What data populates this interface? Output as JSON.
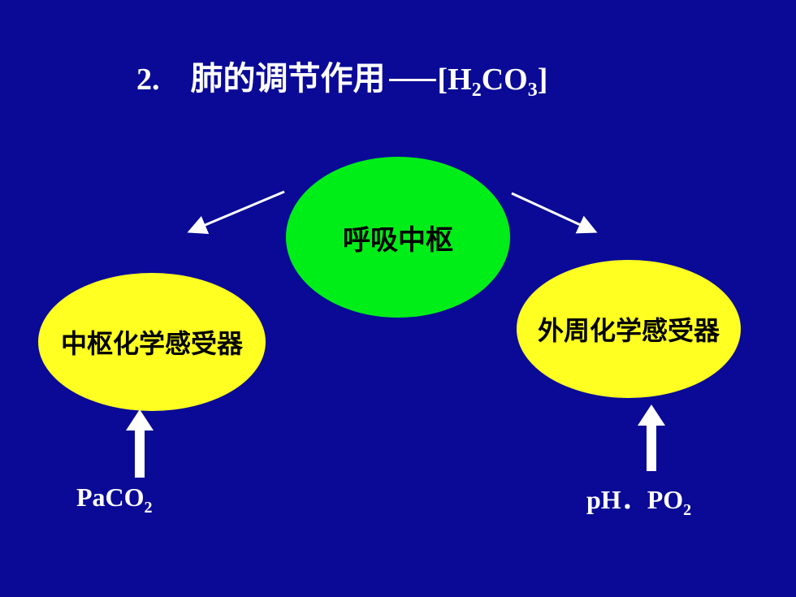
{
  "title": {
    "number": "2.",
    "text": "肺的调节作用",
    "formula_open": "[H",
    "formula_sub1": "2",
    "formula_mid": "CO",
    "formula_sub2": "3",
    "formula_close": "]"
  },
  "nodes": {
    "center": {
      "label": "呼吸中枢",
      "color": "#00ee18"
    },
    "left": {
      "label": "中枢化学感受器",
      "color": "#ffff22"
    },
    "right": {
      "label": "外周化学感受器",
      "color": "#ffff22"
    }
  },
  "inputs": {
    "left": {
      "main": "PaCO",
      "sub": "2"
    },
    "right": {
      "main": "pH．PO",
      "sub": "2"
    }
  },
  "colors": {
    "background": "#0a0a96",
    "text": "#ffffff",
    "arrow": "#ffffff"
  }
}
